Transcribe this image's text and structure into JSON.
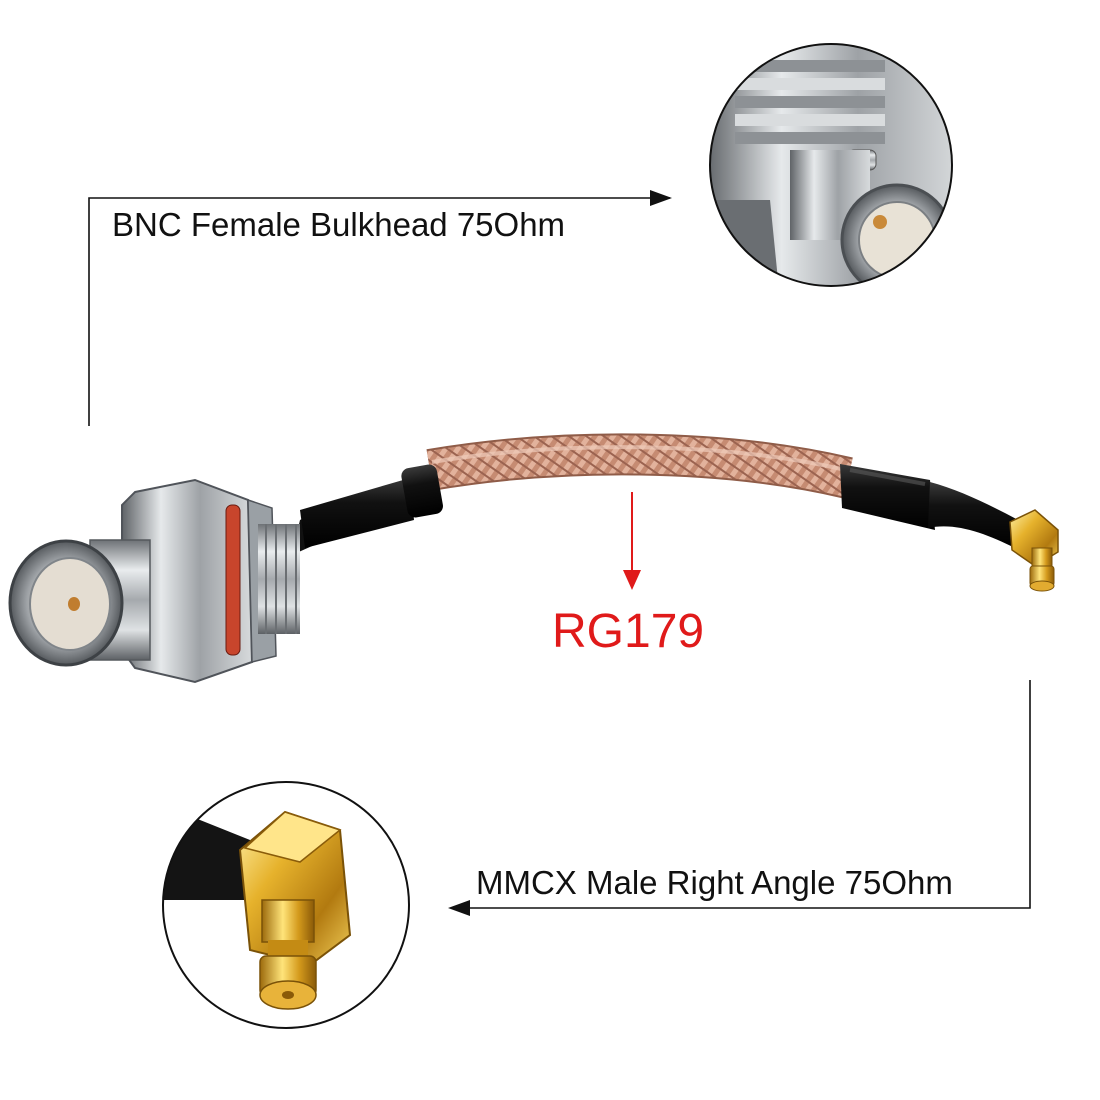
{
  "labels": {
    "bnc": "BNC Female Bulkhead 75Ohm",
    "cable": "RG179",
    "mmcx": "MMCX Male Right Angle 75Ohm"
  },
  "colors": {
    "text": "#111111",
    "accent": "#e01a1a",
    "braid": "#c98f76",
    "jacket": "#1a1a1a",
    "metal": "#b8bcc0",
    "gold": "#d9a520"
  },
  "icons": {
    "bnc_detail": "bnc-female-bulkhead-closeup",
    "mmcx_detail": "mmcx-male-right-angle-closeup",
    "product": "coax-cable-assembly"
  }
}
